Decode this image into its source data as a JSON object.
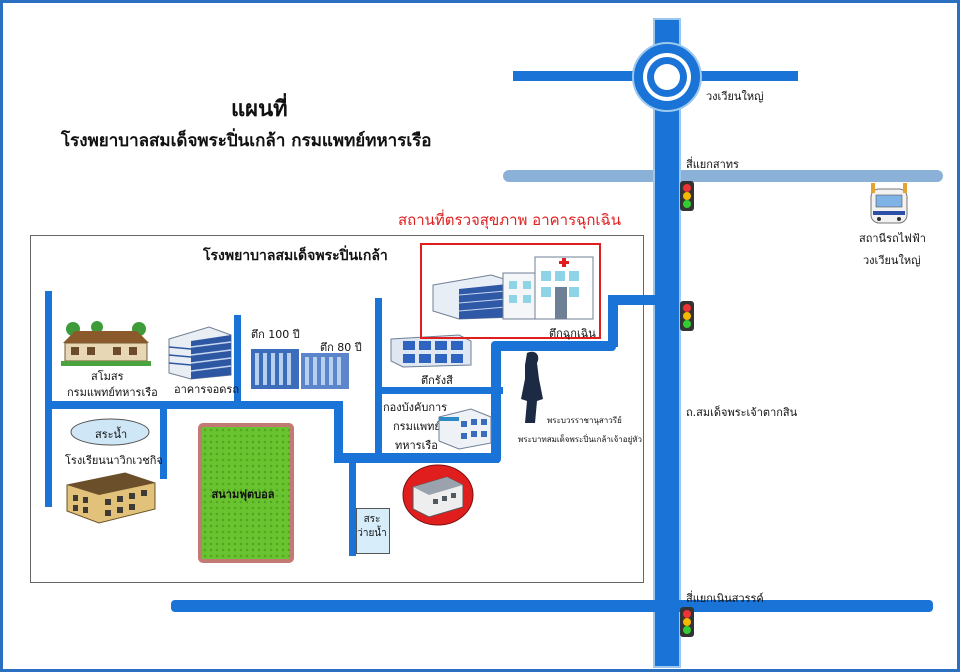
{
  "title": "แผนที่",
  "subtitle": "โรงพยาบาลสมเด็จพระปิ่นเกล้า กรมแพทย์ทหารเรือ",
  "highlight_caption": "สถานที่ตรวจสุขภาพ อาคารฉุกเฉิน",
  "compound_title": "โรงพยาบาลสมเด็จพระปิ่นเกล้า",
  "roads": {
    "roundabout": "วงเวียนใหญ่",
    "junction_top": "สี่แยกสาทร",
    "main_road": "ถ.สมเด็จพระเจ้าตากสิน",
    "junction_bottom": "สี่แยกเนินสวรรค์"
  },
  "bts": {
    "line1": "สถานีรถไฟฟ้า",
    "line2": "วงเวียนใหญ่"
  },
  "places": {
    "club_line1": "สโมสร",
    "club_line2": "กรมแพทย์ทหารเรือ",
    "parking": "อาคารจอดรถ",
    "building100": "ตึก  100  ปี",
    "building80": "ตึก  80  ปี",
    "krungsri": "ตึกรังสี",
    "command_line1": "กองบังคับการ",
    "command_line2": "กรมแพทย์",
    "command_line3": "ทหารเรือ",
    "emergency": "ตึกฉุกเฉิน",
    "pond": "สระน้ำ",
    "school": "โรงเรียนนาวิกเวชกิจ",
    "football": "สนามฟุตบอล",
    "pool_line1": "สระ",
    "pool_line2": "ว่ายน้ำ",
    "statue_line1": "พระบวรราชานุสาวรีย์",
    "statue_line2": "พระบาทสมเด็จพระปิ่นเกล้าเจ้าอยู่หัว"
  },
  "colors": {
    "road_blue": "#1a73d6",
    "light_road": "#8cb1d8",
    "highlight_red": "#e01e1e",
    "field_green": "#69c22f",
    "frame_blue": "#2a6fc0"
  }
}
